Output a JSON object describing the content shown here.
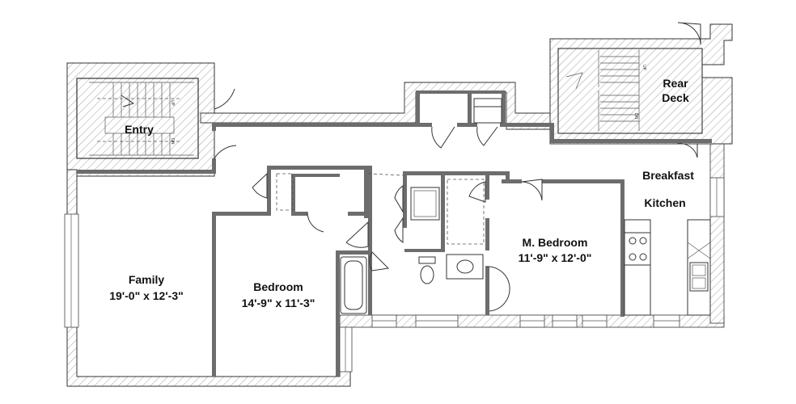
{
  "plan": {
    "rooms": [
      {
        "id": "entry",
        "name": "Entry",
        "dims": ""
      },
      {
        "id": "rear-deck",
        "name": "Rear\nDeck",
        "dims": ""
      },
      {
        "id": "breakfast",
        "name": "Breakfast",
        "dims": ""
      },
      {
        "id": "kitchen",
        "name": "Kitchen",
        "dims": ""
      },
      {
        "id": "m-bedroom",
        "name": "M. Bedroom",
        "dims": "11'-9\" x 12'-0\""
      },
      {
        "id": "family",
        "name": "Family",
        "dims": "19'-0\" x 12'-3\""
      },
      {
        "id": "bedroom",
        "name": "Bedroom",
        "dims": "14'-9\" x 11'-3\""
      }
    ],
    "stair_marks": {
      "up": "UP",
      "down": "DN"
    }
  },
  "labels": {
    "entry": "Entry",
    "rear_deck_line1": "Rear",
    "rear_deck_line2": "Deck",
    "breakfast": "Breakfast",
    "kitchen": "Kitchen",
    "m_bedroom": "M. Bedroom",
    "m_bedroom_dims": "11'-9\" x 12'-0\"",
    "family": "Family",
    "family_dims": "19'-0\" x 12'-3\"",
    "bedroom": "Bedroom",
    "bedroom_dims": "14'-9\" x 11'-3\"",
    "up": "UP",
    "dn": "DN"
  }
}
